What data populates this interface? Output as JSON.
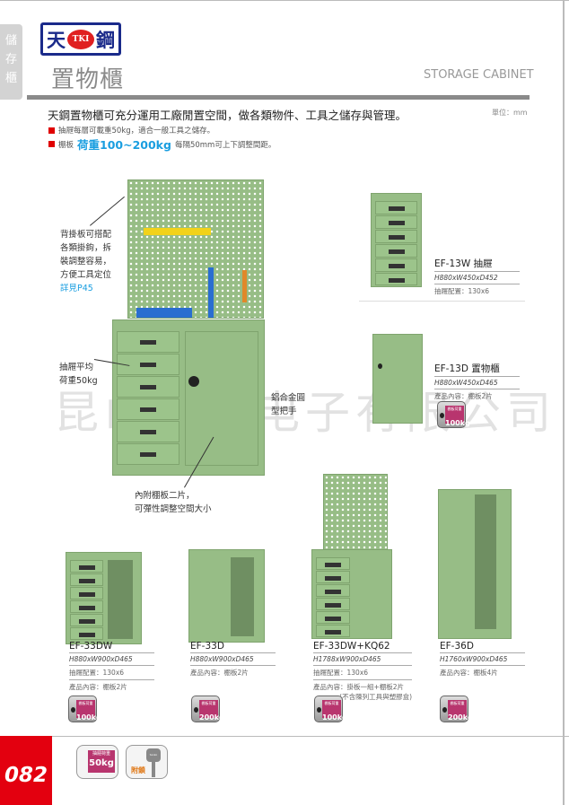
{
  "side_tab": [
    "儲",
    "存",
    "櫃"
  ],
  "logo": {
    "left": "天",
    "center": "TKI",
    "right": "鋼"
  },
  "header": {
    "title": "置物櫃",
    "title_en": "STORAGE CABINET"
  },
  "intro": "天鋼置物櫃可充分運用工廠閒置空間，做各類物件、工具之儲存與管理。",
  "unit": "單位：mm",
  "bullets": [
    {
      "text": "抽屜每層可載重50kg，適合一般工具之儲存。"
    },
    {
      "prefix": "棚板",
      "highlight": "荷重100~200kg",
      "suffix": "每隔50mm可上下調整間距。"
    }
  ],
  "callouts": {
    "pegboard": [
      "背掛板可搭配",
      "各類掛鉤，拆",
      "裝調整容易，",
      "方便工具定位"
    ],
    "pegboard_link": "詳見P45",
    "drawer": [
      "抽屜平均",
      "荷重50kg"
    ],
    "handle": [
      "鋁合金圓",
      "型把手"
    ],
    "shelf": [
      "內附棚板二片，",
      "可彈性調整空間大小"
    ]
  },
  "products": [
    {
      "name": "EF-13W 抽屜",
      "dim": "H880xW450xD452",
      "specs": [
        "抽屜配置：130x6"
      ]
    },
    {
      "name": "EF-13D 置物櫃",
      "dim": "H880xW450xD465",
      "specs": [
        "產品內容：棚板2片"
      ],
      "badge": {
        "label": "棚板荷重",
        "value": "100kg"
      }
    },
    {
      "name": "EF-33DW",
      "dim": "H880xW900xD465",
      "specs": [
        "抽屜配置：130x6",
        "產品內容：棚板2片"
      ],
      "badge": {
        "label": "棚板荷重",
        "value": "100kg"
      }
    },
    {
      "name": "EF-33D",
      "dim": "H880xW900xD465",
      "specs": [
        "產品內容：棚板2片"
      ],
      "badge": {
        "label": "棚板荷重",
        "value": "200kg"
      }
    },
    {
      "name": "EF-33DW+KQ62",
      "dim": "H1788xW900xD465",
      "specs": [
        "抽屜配置：130x6",
        "產品內容：掛板一組+棚板2片",
        "(不含陳列工具與塑膠盒)"
      ],
      "badge": {
        "label": "棚板荷重",
        "value": "100kg"
      }
    },
    {
      "name": "EF-36D",
      "dim": "H1760xW900xD465",
      "specs": [
        "產品內容：棚板4片"
      ],
      "badge": {
        "label": "棚板荷重",
        "value": "200kg"
      }
    }
  ],
  "watermark": "昆山铭钻电子有限公司",
  "footer": {
    "page": "082",
    "drawer_badge": {
      "label": "抽屜荷重",
      "value": "50kg"
    },
    "lock_label": "附鎖",
    "key_brand": "tanko"
  }
}
